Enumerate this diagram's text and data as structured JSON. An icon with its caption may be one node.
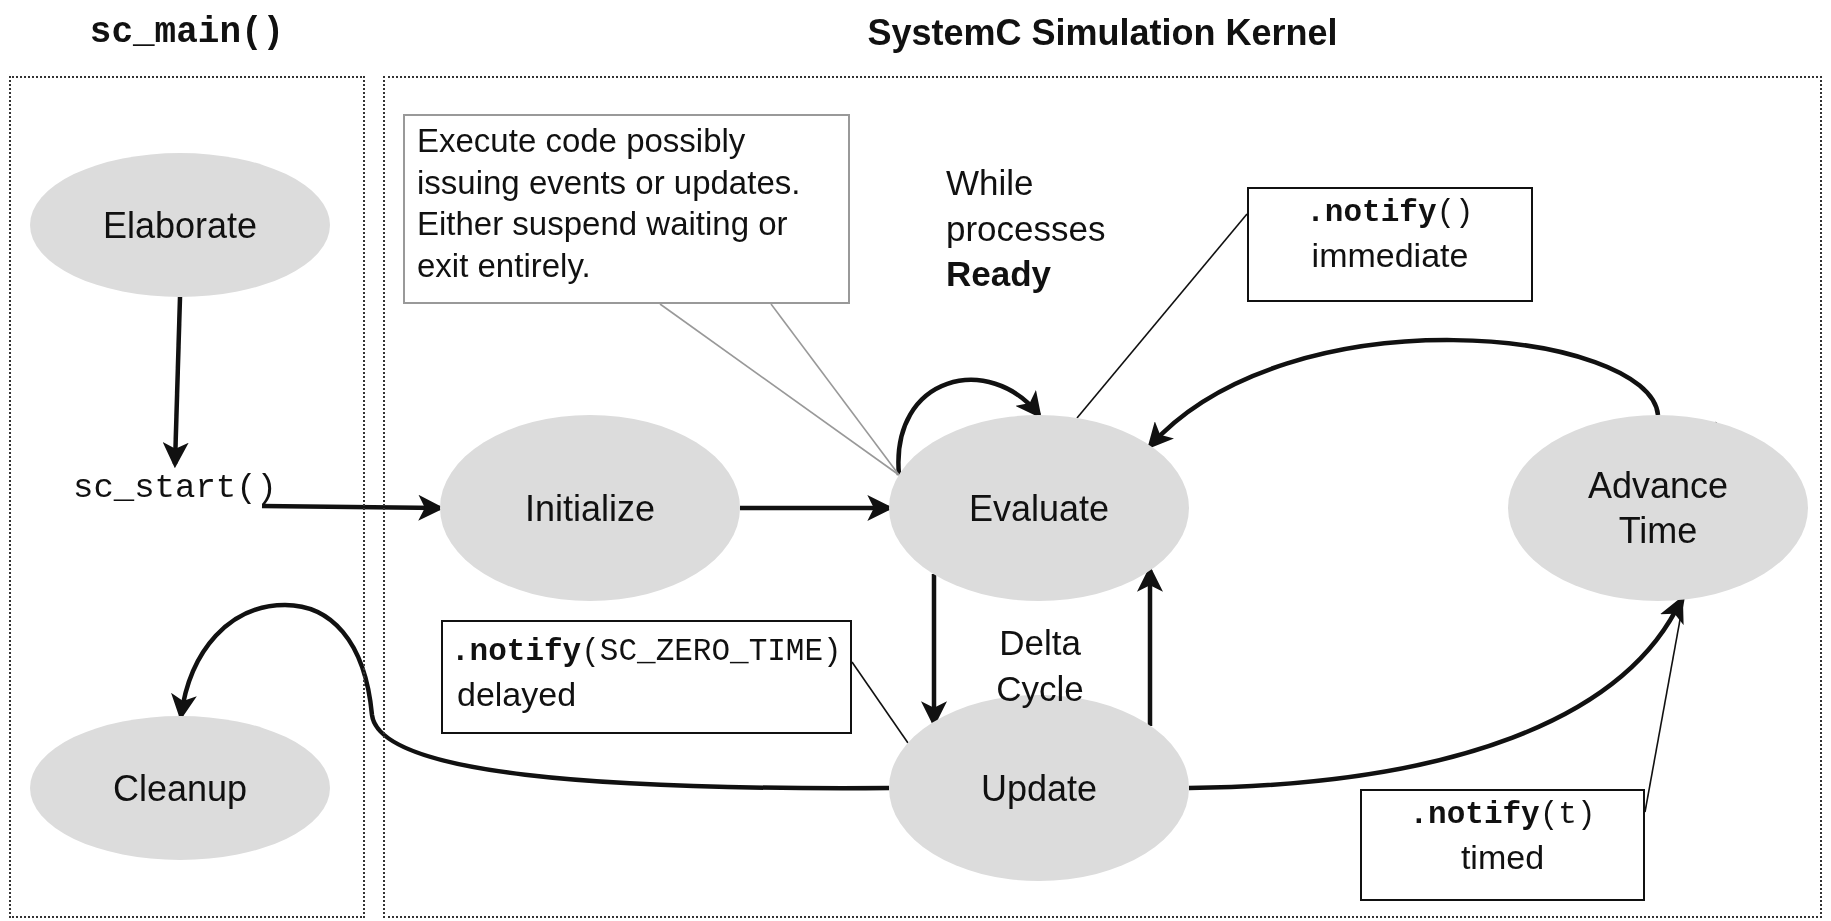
{
  "diagram": {
    "nodes": [
      {
        "text": [
          "sc_main()"
        ]
      },
      {
        "text": [
          "SystemC Simulation Kernel"
        ]
      },
      {
        "text": [
          "Elaborate"
        ],
        "in": 0
      },
      {
        "text": [
          "sc_start()"
        ],
        "in": 0
      },
      {
        "text": [
          "Cleanup"
        ],
        "in": 0
      },
      {
        "text": [
          "Execute code possibly issuing events or updates. Either suspend waiting or exit entirely."
        ],
        "in": 1
      },
      {
        "text": [
          "Initialize"
        ],
        "in": 1
      },
      {
        "text": [
          "Evaluate"
        ],
        "in": 1
      },
      {
        "text": [
          "Advance Time"
        ],
        "in": 1
      },
      {
        "text": [
          "Update"
        ],
        "in": 1
      },
      {
        "text": [
          "**.notify**()",
          "immediate"
        ],
        "in": 1
      },
      {
        "text": [
          "**.notify**(SC_ZERO_TIME)",
          "delayed"
        ],
        "in": 1
      },
      {
        "text": [
          "**.notify**(t)",
          "timed"
        ],
        "in": 1
      }
    ],
    "edges": [
      {
        "from": 2,
        "to": 3,
        "arrow": "to"
      },
      {
        "from": 3,
        "to": 6,
        "arrow": "to"
      },
      {
        "from": 6,
        "to": 7,
        "arrow": "to"
      },
      {
        "from": 7,
        "to": 7,
        "arrow": "to",
        "label": "While processes **Ready**"
      },
      {
        "from": 7,
        "to": 9,
        "arrow": "to"
      },
      {
        "from": 9,
        "to": 7,
        "arrow": "to"
      },
      {
        "from": 9,
        "to": 8,
        "arrow": "to"
      },
      {
        "from": 8,
        "to": 7,
        "arrow": "to"
      },
      {
        "from": 9,
        "to": 4,
        "arrow": "to"
      },
      {
        "from": 5,
        "to": 7,
        "arrow": "none",
        "color": "#999999"
      },
      {
        "from": 5,
        "to": 7,
        "arrow": "none",
        "color": "#999999"
      },
      {
        "from": 10,
        "to": 7,
        "arrow": "none"
      },
      {
        "from": 11,
        "to": 9,
        "arrow": "none"
      },
      {
        "from": 12,
        "to": 8,
        "arrow": "none"
      }
    ],
    "labels": [
      "Delta Cycle"
    ]
  }
}
